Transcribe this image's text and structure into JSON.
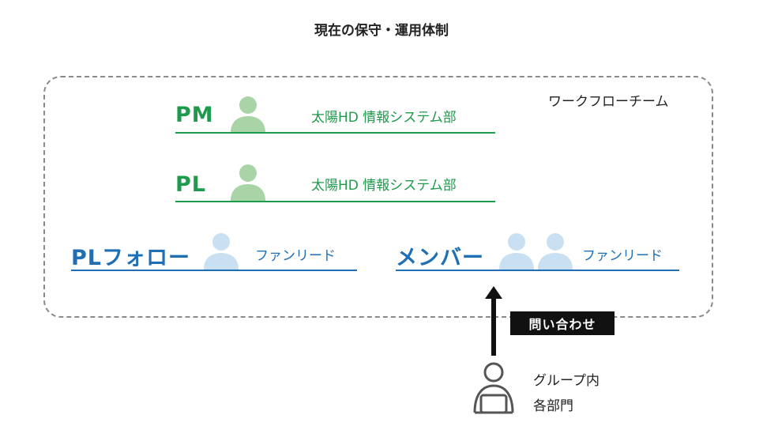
{
  "title": "現在の保守・運用体制",
  "team_label": "ワークフローチーム",
  "rows": {
    "pm": {
      "role": "PM",
      "org": "太陽HD 情報システム部"
    },
    "pl": {
      "role": "PL",
      "org": "太陽HD 情報システム部"
    },
    "pl_follow": {
      "role": "PLフォロー",
      "org": "ファンリード"
    },
    "member": {
      "role": "メンバー",
      "org": "ファンリード"
    }
  },
  "inquiry_tag": "問い合わせ",
  "requester": {
    "line1": "グループ内",
    "line2": "各部門"
  },
  "colors": {
    "green": "#1e9a4c",
    "green_person": "#a9d4a7",
    "blue": "#1f6fb5",
    "blue_person": "#c9e0f2"
  }
}
